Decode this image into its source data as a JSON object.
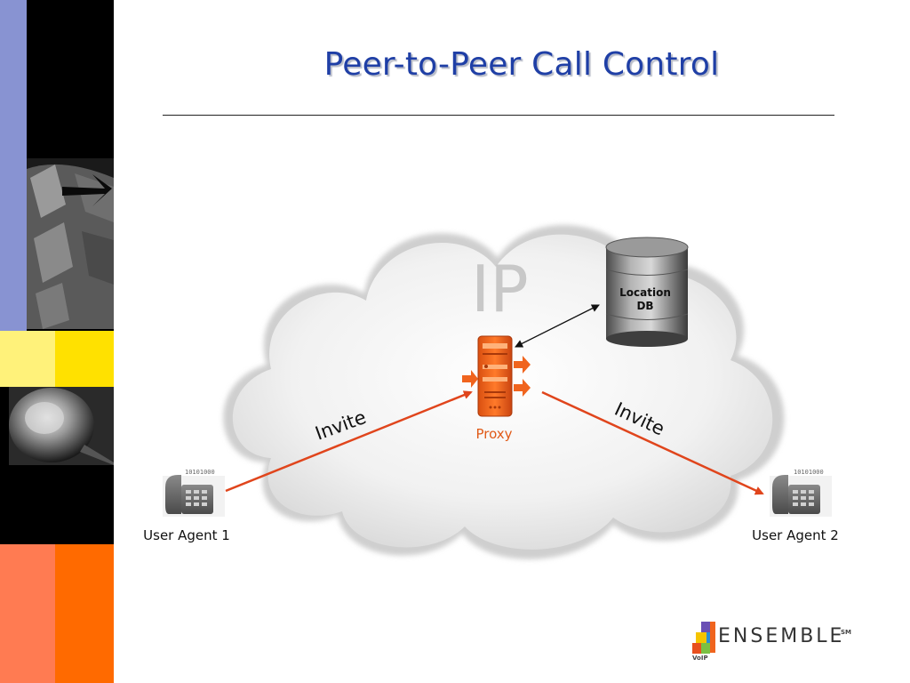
{
  "slide": {
    "title": "Peer-to-Peer Call Control"
  },
  "diagram": {
    "network_label": "IP",
    "proxy_label": "Proxy",
    "db_label_line1": "Location",
    "db_label_line2": "DB",
    "invite_left": "Invite",
    "invite_right": "Invite",
    "agent1_label": "User Agent 1",
    "agent2_label": "User Agent 2",
    "agent1_digits": "10101000",
    "agent2_digits": "10101000"
  },
  "logo": {
    "name": "ENSEMBLE",
    "mark": "SM",
    "sub": "VoIP"
  },
  "colors": {
    "title": "#1f3fa6",
    "arrow": "#e0451c",
    "proxy": "#f0641e",
    "left_bar_blue": "#8893d2",
    "left_bar_yellow": "#ffe100",
    "left_bar_orange": "#ff6a00"
  }
}
